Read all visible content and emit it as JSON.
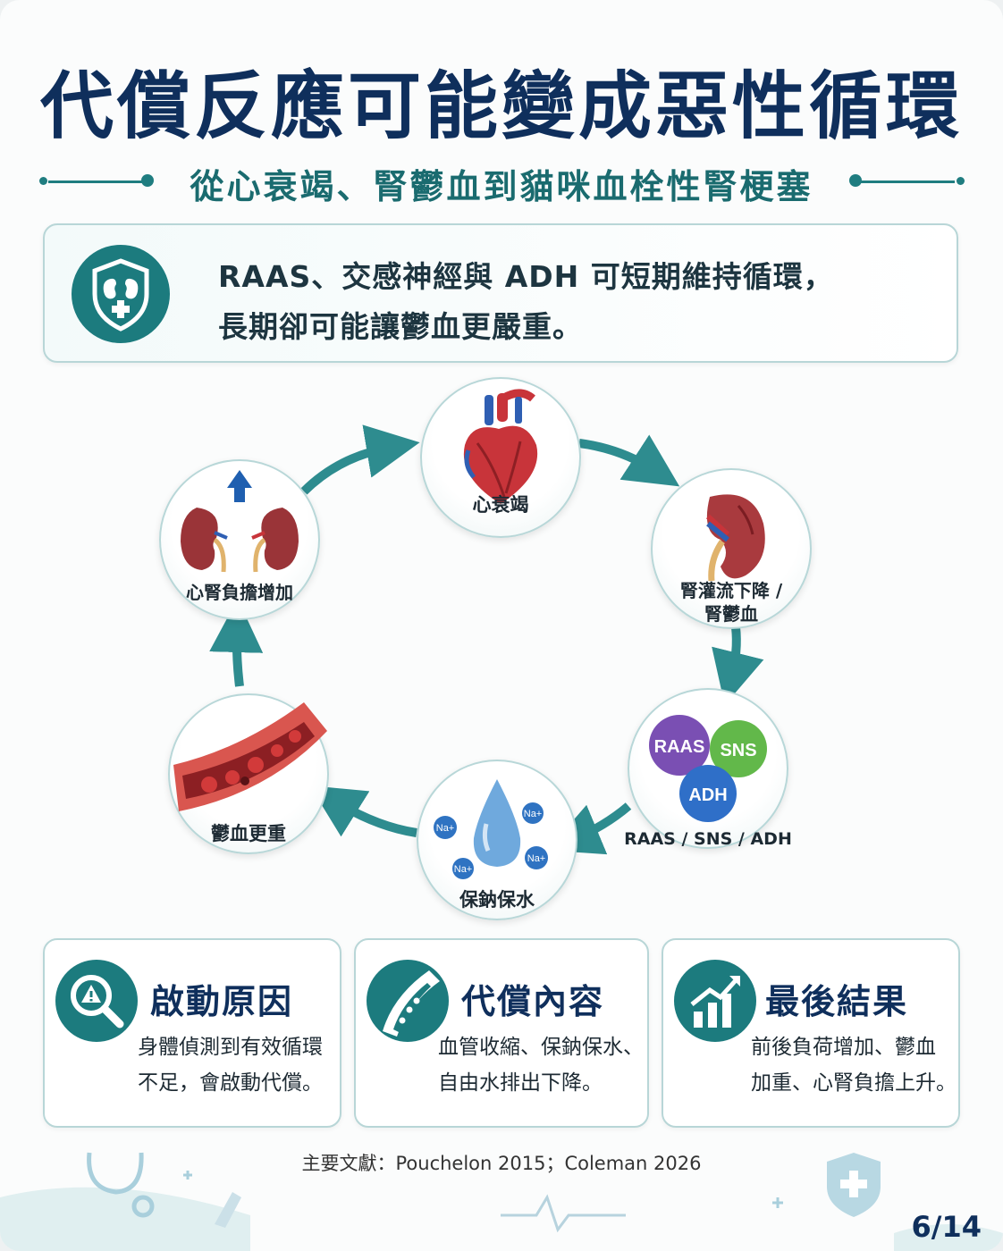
{
  "title": "代償反應可能變成惡性循環",
  "subtitle": "從心衰竭、腎鬱血到貓咪血栓性腎梗塞",
  "banner": {
    "line1": "RAAS、交感神經與 ADH 可短期維持循環，",
    "line2": "長期卻可能讓鬱血更嚴重。",
    "icon": "shield-kidney-icon"
  },
  "cycle": {
    "nodes": [
      {
        "key": "heart",
        "label": "心衰竭",
        "icon": "heart-icon"
      },
      {
        "key": "kidney",
        "label_line1": "腎灌流下降 /",
        "label_line2": "腎鬱血",
        "icon": "kidney-icon"
      },
      {
        "key": "hormones",
        "label": "RAAS / SNS / ADH",
        "icon": "hormone-bubbles-icon",
        "bubbles": [
          "RAAS",
          "SNS",
          "ADH"
        ]
      },
      {
        "key": "retention",
        "label": "保鈉保水",
        "icon": "water-drop-icon",
        "ions": [
          "Na+",
          "Na+",
          "Na+",
          "Na+"
        ]
      },
      {
        "key": "congestion",
        "label": "鬱血更重",
        "icon": "blood-vessel-icon"
      },
      {
        "key": "burden",
        "label": "心腎負擔增加",
        "icon": "kidneys-arrow-up-icon"
      }
    ],
    "colors": {
      "arrow": "#2e8c8f",
      "accent": "#1c7b7e",
      "heart": "#c8343a"
    }
  },
  "cards": [
    {
      "title": "啟動原因",
      "line1": "身體偵測到有效循環",
      "line2": "不足，會啟動代償。",
      "icon": "magnifier-warning-icon"
    },
    {
      "title": "代償內容",
      "line1": "血管收縮、保鈉保水、",
      "line2": "自由水排出下降。",
      "icon": "vessel-constriction-icon"
    },
    {
      "title": "最後結果",
      "line1": "前後負荷增加、鬱血",
      "line2": "加重、心腎負擔上升。",
      "icon": "rising-chart-icon"
    }
  ],
  "reference": "主要文獻：Pouchelon 2015；Coleman 2026",
  "page_number": "6/14"
}
